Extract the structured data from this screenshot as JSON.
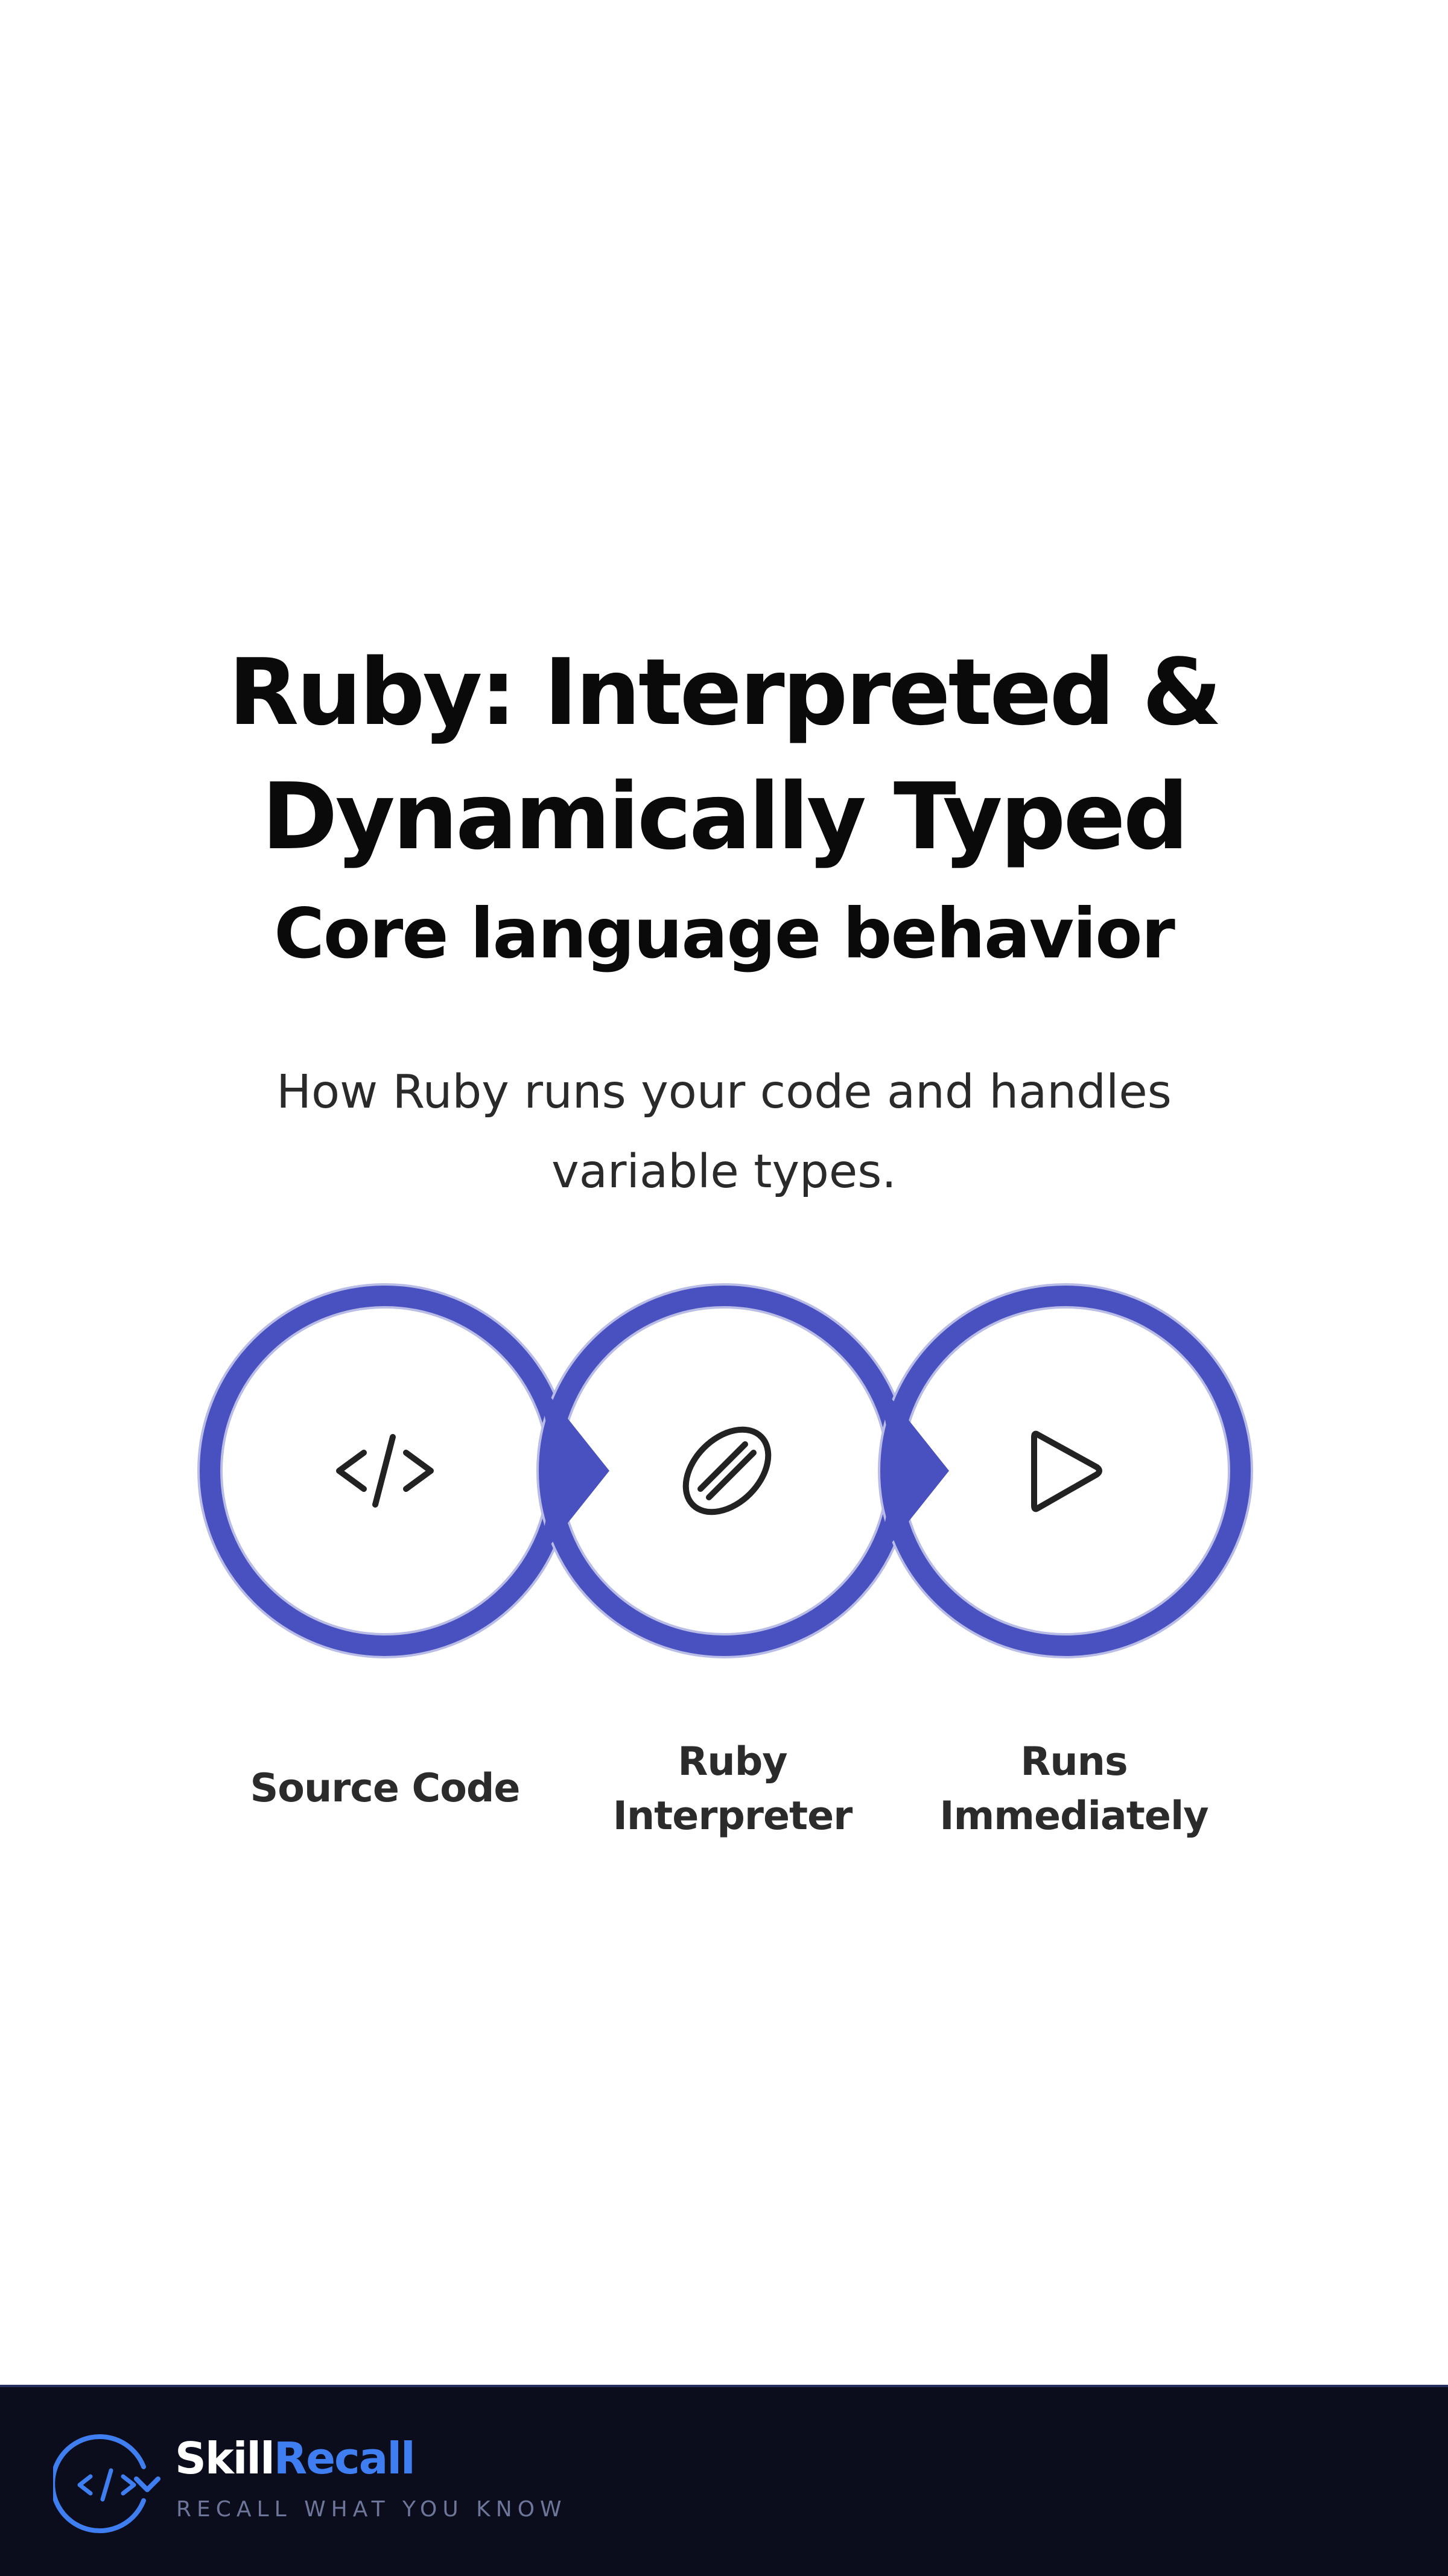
{
  "header": {
    "title_line1": "Ruby: Interpreted &",
    "title_line2": "Dynamically Typed",
    "subtitle": "Core language behavior",
    "description": "How Ruby runs your code and handles variable types."
  },
  "diagram": {
    "steps": [
      {
        "label": "Source Code",
        "icon": "code-icon"
      },
      {
        "label_line1": "Ruby",
        "label_line2": "Interpreter",
        "icon": "ruby-gem-icon"
      },
      {
        "label_line1": "Runs",
        "label_line2": "Immediately",
        "icon": "play-icon"
      }
    ],
    "ring_color": "#4951c0",
    "icon_color": "#222222"
  },
  "footer": {
    "brand_skill": "Skill",
    "brand_recall": "Recall",
    "tagline": "RECALL WHAT YOU KNOW",
    "logo_icon": "code-circle-icon",
    "colors": {
      "background": "#0b0d1c",
      "accent": "#3f7ef0"
    }
  }
}
